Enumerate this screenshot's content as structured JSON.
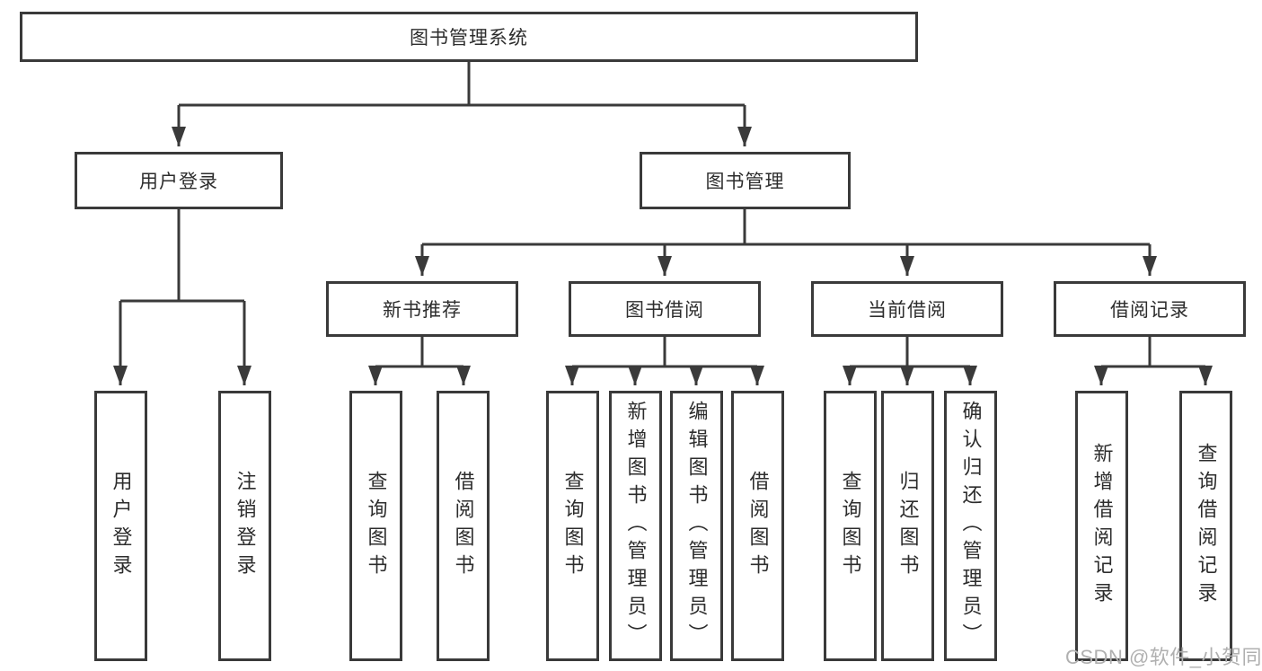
{
  "colors": {
    "line": "#3a3a3a",
    "box_border": "#3a3a3a",
    "text": "#2d2d2d",
    "watermark": "#b0b0b0",
    "background": "#ffffff"
  },
  "watermark": {
    "text": "CSDN @软件_小贺同学"
  },
  "tree": {
    "root": {
      "label": "图书管理系统"
    },
    "branches": [
      {
        "label": "用户登录",
        "children": [
          {
            "label": "用户登录"
          },
          {
            "label": "注销登录"
          }
        ]
      },
      {
        "label": "图书管理",
        "children": [
          {
            "label": "新书推荐",
            "children": [
              {
                "label": "查询图书"
              },
              {
                "label": "借阅图书"
              }
            ]
          },
          {
            "label": "图书借阅",
            "children": [
              {
                "label": "查询图书"
              },
              {
                "label": "新增图书（管理员）"
              },
              {
                "label": "编辑图书（管理员）"
              },
              {
                "label": "借阅图书"
              }
            ]
          },
          {
            "label": "当前借阅",
            "children": [
              {
                "label": "查询图书"
              },
              {
                "label": "归还图书"
              },
              {
                "label": "确认归还（管理员）"
              }
            ]
          },
          {
            "label": "借阅记录",
            "children": [
              {
                "label": "新增借阅记录"
              },
              {
                "label": "查询借阅记录"
              }
            ]
          }
        ]
      }
    ]
  }
}
